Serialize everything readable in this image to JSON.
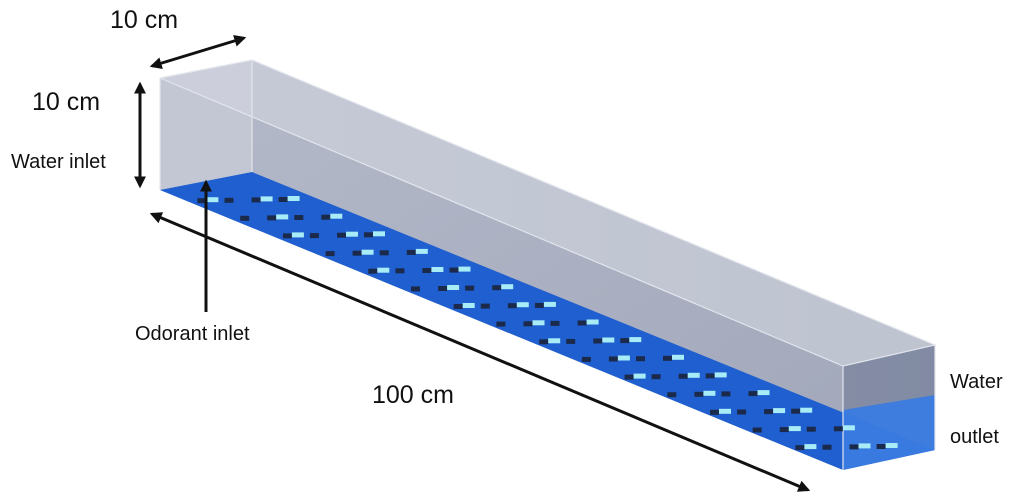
{
  "labels": {
    "width": "10 cm",
    "height": "10 cm",
    "length": "100 cm",
    "water_inlet": "Water inlet",
    "odorant_inlet": "Odorant inlet",
    "water_outlet_line1": "Water",
    "water_outlet_line2": "outlet"
  },
  "colors": {
    "tank_glass": "#9ca3b7",
    "tank_glass_dark": "#6d7894",
    "tank_edge": "#d8dce6",
    "floor": "#1f5fcf",
    "floor_dark": "#1848a8",
    "floor_end": "#3a7be0",
    "block_light": "#a8ecf7",
    "block_dark": "#1b2a4a",
    "arrow": "#111111"
  },
  "icons": {
    "dimension_arrow": "double-headed-arrow",
    "pointer_arrow": "up-arrow"
  }
}
